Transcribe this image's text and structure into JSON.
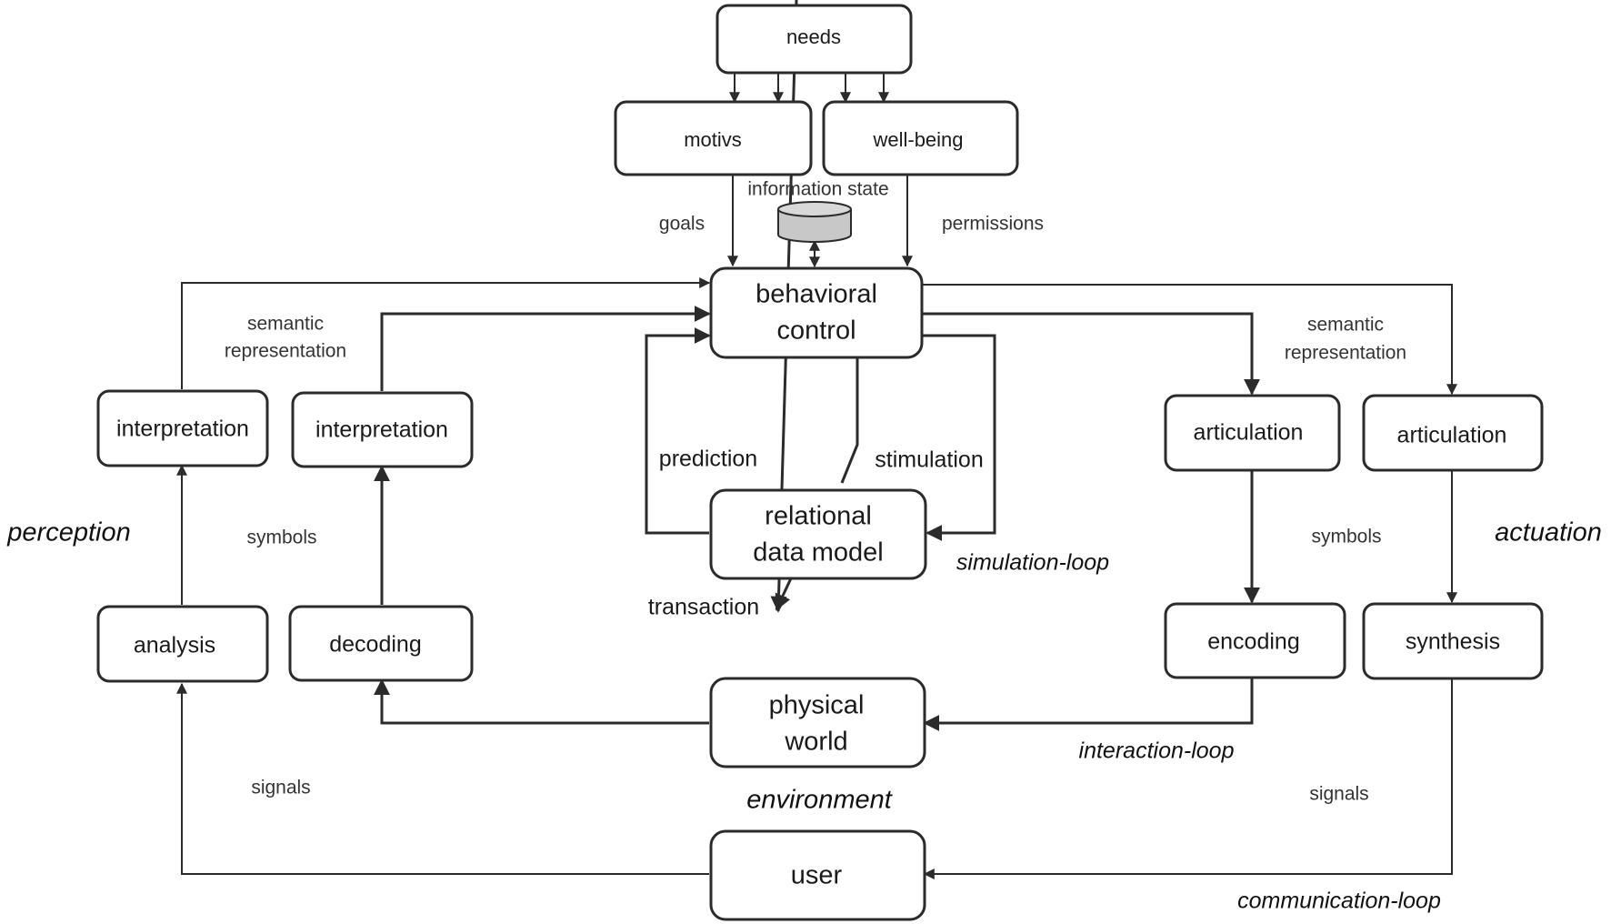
{
  "nodes": {
    "needs": "needs",
    "motivs": "motivs",
    "well_being": "well-being",
    "behavioral_control_1": "behavioral",
    "behavioral_control_2": "control",
    "relational_data_model_1": "relational",
    "relational_data_model_2": "data model",
    "interpretation_left": "interpretation",
    "interpretation_right": "interpretation",
    "analysis": "analysis",
    "decoding": "decoding",
    "articulation_left": "articulation",
    "articulation_right": "articulation",
    "encoding": "encoding",
    "synthesis": "synthesis",
    "physical_world_1": "physical",
    "physical_world_2": "world",
    "user": "user"
  },
  "edge_labels": {
    "information_state": "information state",
    "goals": "goals",
    "permissions": "permissions",
    "semantic_representation_left_1": "semantic",
    "semantic_representation_left_2": "representation",
    "semantic_representation_right_1": "semantic",
    "semantic_representation_right_2": "representation",
    "prediction": "prediction",
    "stimulation": "stimulation",
    "transaction": "transaction",
    "symbols_left": "symbols",
    "symbols_right": "symbols",
    "signals_left": "signals",
    "signals_right": "signals"
  },
  "section_labels": {
    "perception": "perception",
    "actuation": "actuation",
    "simulation_loop": "simulation-loop",
    "interaction_loop": "interaction-loop",
    "environment": "environment",
    "communication_loop": "communication-loop"
  },
  "icons": {
    "information_state_store": "database-cylinder-icon"
  },
  "colors": {
    "stroke": "#2b2b2b",
    "database_fill": "#c8c8c8"
  }
}
